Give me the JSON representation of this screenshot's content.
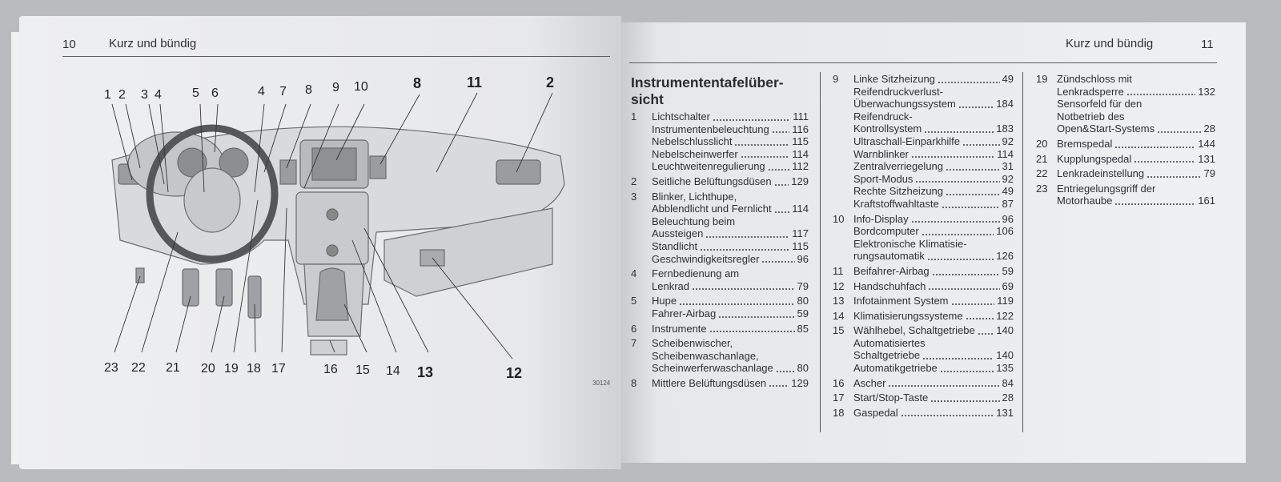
{
  "left_page": {
    "page_number": "10",
    "section": "Kurz und bündig",
    "callouts_top": [
      "1",
      "2",
      "3",
      "4",
      "5",
      "6",
      "4",
      "7",
      "8",
      "9",
      "10",
      "8",
      "11",
      "2"
    ],
    "callouts_bottom": [
      "23",
      "22",
      "21",
      "20",
      "19",
      "18",
      "17",
      "16",
      "15",
      "14",
      "13",
      "12"
    ],
    "figure_number": "30124"
  },
  "right_page": {
    "page_number": "11",
    "section": "Kurz und bündig",
    "title": "Instrumententafelübersicht",
    "title_line1": "Instrumententafelüber-",
    "title_line2": "sicht",
    "columns": [
      [
        {
          "num": "1",
          "lines": [
            {
              "t": "Lichtschalter",
              "p": "111"
            },
            {
              "t": "Instrumentenbeleuchtung",
              "p": "116"
            },
            {
              "t": "Nebelschlusslicht",
              "p": "115"
            },
            {
              "t": "Nebelscheinwerfer",
              "p": "114"
            },
            {
              "t": "Leuchtweitenregulierung",
              "p": "112"
            }
          ]
        },
        {
          "num": "2",
          "lines": [
            {
              "t": "Seitliche Belüftungsdüsen",
              "p": "129"
            }
          ]
        },
        {
          "num": "3",
          "lines": [
            {
              "t": "Blinker, Lichthupe,"
            },
            {
              "t": "Abblendlicht und Fernlicht",
              "p": "114"
            },
            {
              "t": "Beleuchtung beim"
            },
            {
              "t": "Aussteigen",
              "p": "117"
            },
            {
              "t": "Standlicht",
              "p": "115"
            },
            {
              "t": "Geschwindigkeitsregler",
              "p": "96"
            }
          ]
        },
        {
          "num": "4",
          "lines": [
            {
              "t": "Fernbedienung am"
            },
            {
              "t": "Lenkrad",
              "p": "79"
            }
          ]
        },
        {
          "num": "5",
          "lines": [
            {
              "t": "Hupe",
              "p": "80"
            },
            {
              "t": "Fahrer-Airbag",
              "p": "59"
            }
          ]
        },
        {
          "num": "6",
          "lines": [
            {
              "t": "Instrumente",
              "p": "85"
            }
          ]
        },
        {
          "num": "7",
          "lines": [
            {
              "t": "Scheibenwischer,"
            },
            {
              "t": "Scheibenwaschanlage,"
            },
            {
              "t": "Scheinwerferwaschanlage",
              "p": "80"
            }
          ]
        },
        {
          "num": "8",
          "lines": [
            {
              "t": "Mittlere Belüftungsdüsen",
              "p": "129"
            }
          ]
        }
      ],
      [
        {
          "num": "9",
          "lines": [
            {
              "t": "Linke Sitzheizung",
              "p": "49"
            },
            {
              "t": "Reifendruckverlust-"
            },
            {
              "t": "Überwachungssystem",
              "p": "184"
            },
            {
              "t": "Reifendruck-"
            },
            {
              "t": "Kontrollsystem",
              "p": "183"
            },
            {
              "t": "Ultraschall-Einparkhilfe",
              "p": "92"
            },
            {
              "t": "Warnblinker",
              "p": "114"
            },
            {
              "t": "Zentralverriegelung",
              "p": "31"
            },
            {
              "t": "Sport-Modus",
              "p": "92"
            },
            {
              "t": "Rechte Sitzheizung",
              "p": "49"
            },
            {
              "t": "Kraftstoffwahltaste",
              "p": "87"
            }
          ]
        },
        {
          "num": "10",
          "lines": [
            {
              "t": "Info-Display",
              "p": "96"
            },
            {
              "t": "Bordcomputer",
              "p": "106"
            },
            {
              "t": "Elektronische Klimatisie-"
            },
            {
              "t": "rungsautomatik",
              "p": "126"
            }
          ]
        },
        {
          "num": "11",
          "lines": [
            {
              "t": "Beifahrer-Airbag",
              "p": "59"
            }
          ]
        },
        {
          "num": "12",
          "lines": [
            {
              "t": "Handschuhfach",
              "p": "69"
            }
          ]
        },
        {
          "num": "13",
          "lines": [
            {
              "t": "Infotainment System",
              "p": "119"
            }
          ]
        },
        {
          "num": "14",
          "lines": [
            {
              "t": "Klimatisierungssysteme",
              "p": "122"
            }
          ]
        },
        {
          "num": "15",
          "lines": [
            {
              "t": "Wählhebel, Schaltgetriebe",
              "p": "140"
            },
            {
              "t": "Automatisiertes"
            },
            {
              "t": "Schaltgetriebe",
              "p": "140"
            },
            {
              "t": "Automatikgetriebe",
              "p": "135"
            }
          ]
        },
        {
          "num": "16",
          "lines": [
            {
              "t": "Ascher",
              "p": "84"
            }
          ]
        },
        {
          "num": "17",
          "lines": [
            {
              "t": "Start/Stop-Taste",
              "p": "28"
            }
          ]
        },
        {
          "num": "18",
          "lines": [
            {
              "t": "Gaspedal",
              "p": "131"
            }
          ]
        }
      ],
      [
        {
          "num": "19",
          "lines": [
            {
              "t": "Zündschloss mit"
            },
            {
              "t": "Lenkradsperre",
              "p": "132"
            },
            {
              "t": "Sensorfeld für den"
            },
            {
              "t": "Notbetrieb des"
            },
            {
              "t": "Open&Start-Systems",
              "p": "28"
            }
          ]
        },
        {
          "num": "20",
          "lines": [
            {
              "t": "Bremspedal",
              "p": "144"
            }
          ]
        },
        {
          "num": "21",
          "lines": [
            {
              "t": "Kupplungspedal",
              "p": "131"
            }
          ]
        },
        {
          "num": "22",
          "lines": [
            {
              "t": "Lenkradeinstellung",
              "p": "79"
            }
          ]
        },
        {
          "num": "23",
          "lines": [
            {
              "t": "Entriegelungsgriff der"
            },
            {
              "t": "Motorhaube",
              "p": "161"
            }
          ]
        }
      ]
    ]
  }
}
